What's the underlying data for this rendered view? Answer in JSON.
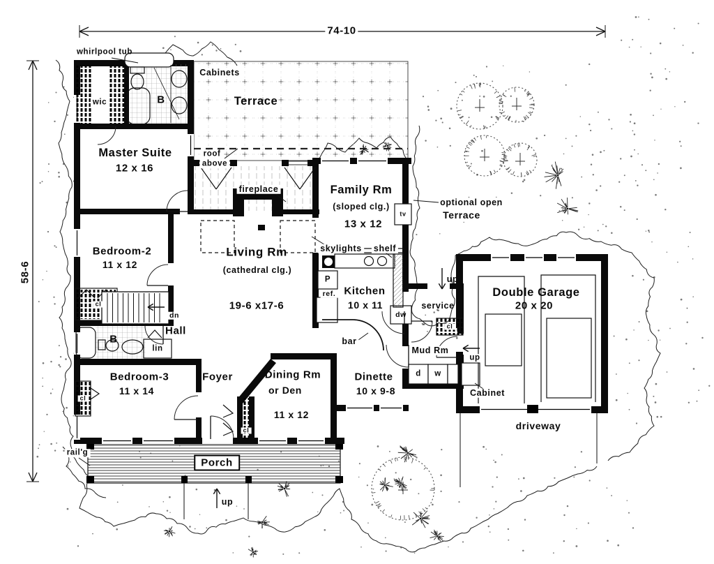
{
  "plan": {
    "overall_width": "74-10",
    "overall_height": "58-6"
  },
  "rooms": {
    "master_suite": {
      "name": "Master Suite",
      "size": "12 x 16"
    },
    "bedroom_2": {
      "name": "Bedroom-2",
      "size": "11 x 12"
    },
    "bedroom_3": {
      "name": "Bedroom-3",
      "size": "11 x 14"
    },
    "living_rm": {
      "name": "Living Rm",
      "ceiling": "(cathedral clg.)",
      "size": "19-6 x17-6"
    },
    "family_rm": {
      "name": "Family Rm",
      "ceiling": "(sloped clg.)",
      "size": "13 x 12"
    },
    "kitchen": {
      "name": "Kitchen",
      "size": "10 x 11"
    },
    "dinette": {
      "name": "Dinette",
      "size": "10 x 9-8"
    },
    "dining_rm": {
      "name": "Dining Rm",
      "alt": "or Den",
      "size": "11 x 12"
    },
    "double_garage": {
      "name": "Double Garage",
      "size": "20 x 20"
    },
    "foyer": {
      "name": "Foyer"
    },
    "hall": {
      "name": "Hall"
    },
    "mud_rm": {
      "name": "Mud Rm"
    },
    "terrace": {
      "name": "Terrace"
    },
    "optional_terrace": {
      "prefix": "optional open",
      "name": "Terrace"
    },
    "porch": {
      "name": "Porch"
    },
    "service": {
      "name": "service"
    },
    "driveway": {
      "name": "driveway"
    },
    "wic": {
      "name": "wic"
    },
    "bath": {
      "name": "B"
    },
    "linen": {
      "name": "lin"
    }
  },
  "annotations": {
    "whirlpool_tub": "whirlpool tub",
    "cabinets": "Cabinets",
    "roof_above_line1": "roof",
    "roof_above_line2": "above",
    "fireplace": "fireplace",
    "skylights": "skylights",
    "shelf": "shelf",
    "bar": "bar",
    "cabinet": "Cabinet",
    "railing": "rail'g",
    "pantry": "P",
    "refrigerator": "ref.",
    "dishwasher": "dw",
    "tv": "tv",
    "closet": "cl",
    "washer": "w",
    "dryer": "d",
    "up": "up",
    "down": "dn"
  }
}
